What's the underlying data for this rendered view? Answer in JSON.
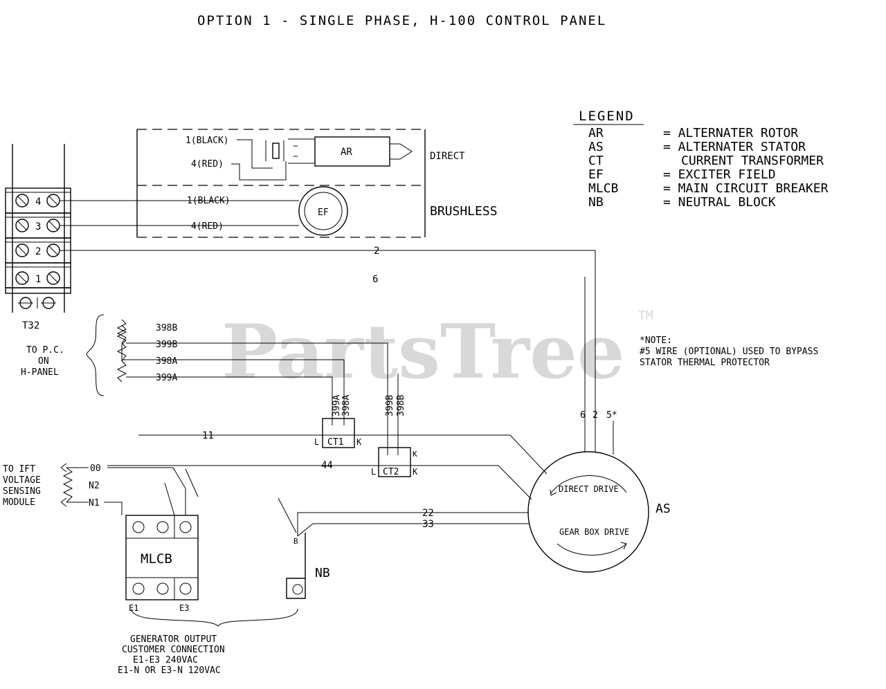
{
  "title": "OPTION 1 - SINGLE PHASE, H-100 CONTROL PANEL",
  "watermark": {
    "text": "PartsTree",
    "mark": "TM"
  },
  "legend": {
    "heading": "LEGEND",
    "entries": [
      {
        "code": "AR",
        "desc": "= ALTERNATER ROTOR"
      },
      {
        "code": "AS",
        "desc": "= ALTERNATER STATOR"
      },
      {
        "code": "CT",
        "desc": "CURRENT TRANSFORMER"
      },
      {
        "code": "EF",
        "desc": "= EXCITER FIELD"
      },
      {
        "code": "MLCB",
        "desc": "= MAIN CIRCUIT BREAKER"
      },
      {
        "code": "NB",
        "desc": "= NEUTRAL BLOCK"
      }
    ]
  },
  "labels": {
    "direct": "DIRECT",
    "brushless": "BRUSHLESS",
    "ar": "AR",
    "ef": "EF",
    "w1black_a": "1(BLACK)",
    "w4red_a": "4(RED)",
    "w1black_b": "1(BLACK)",
    "w4red_b": "4(RED)",
    "w2": "2",
    "w6": "6",
    "terminal_block": "T32",
    "tb_4": "4",
    "tb_3": "3",
    "tb_2": "2",
    "tb_1": "1",
    "w398b": "398B",
    "w399b": "399B",
    "w398a": "398A",
    "w399a": "399A",
    "panel_1": "TO P.C.",
    "panel_2": "ON",
    "panel_3": "H-PANEL",
    "ct1_v1": "399A",
    "ct1_v2": "398A",
    "ct2_v1": "399B",
    "ct2_v2": "398B",
    "ct1": "CT1",
    "ct2": "CT2",
    "w11": "11",
    "w44": "44",
    "w22": "22",
    "w33": "33",
    "w00": "00",
    "wn2": "N2",
    "wn1": "N1",
    "stator_6": "6",
    "stator_2": "2",
    "stator_5": "5*",
    "as": "AS",
    "direct_drive": "DIRECT DRIVE",
    "gear_box_drive": "GEAR BOX DRIVE",
    "mlcb": "MLCB",
    "e1": "E1",
    "e3": "E3",
    "nb": "NB",
    "nb_pin": "B",
    "sense_1": "TO IFT",
    "sense_2": "VOLTAGE",
    "sense_3": "SENSING",
    "sense_4": "MODULE",
    "note_1": "*NOTE:",
    "note_2": "#5 WIRE (OPTIONAL) USED TO BYPASS",
    "note_3": "STATOR THERMAL PROTECTOR",
    "out_1": "GENERATOR OUTPUT",
    "out_2": "CUSTOMER CONNECTION",
    "out_3": "E1-E3 240VAC",
    "out_4": "E1-N OR E3-N 120VAC",
    "ct_l": "L",
    "ct_k": "K"
  }
}
